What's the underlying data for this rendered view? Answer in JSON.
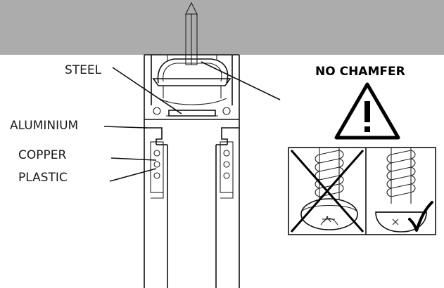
{
  "colors": {
    "ceiling": "#acacac",
    "stroke": "#1a1a1a",
    "background": "#ffffff"
  },
  "labels": {
    "steel": "STEEL",
    "aluminium": "ALUMINIUM",
    "copper": "COPPER",
    "plastic": "PLASTIC"
  },
  "warning": {
    "title": "NO CHAMFER",
    "icon": "warning-triangle-icon"
  },
  "screws": {
    "wrong_icon": "chamfered-screw-crossed-icon",
    "right_icon": "flat-head-screw-checkmark-icon"
  }
}
